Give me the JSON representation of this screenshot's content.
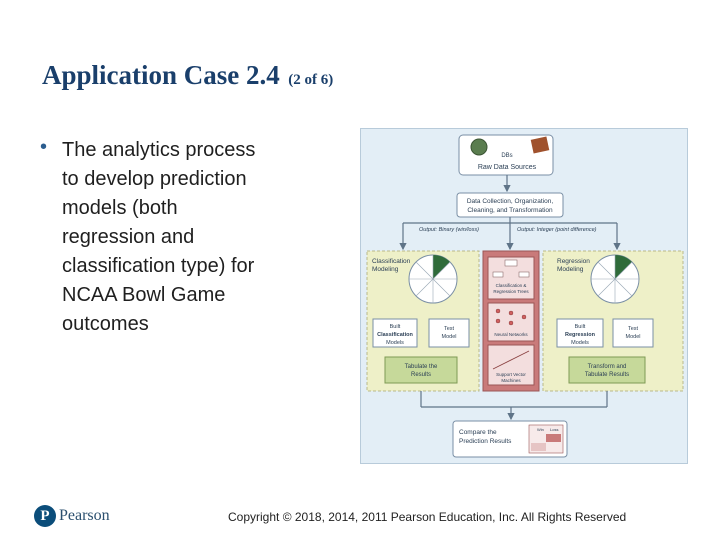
{
  "slide": {
    "title": "Application Case 2.4",
    "title_suffix": "(2 of 6)",
    "bullet_marker": "•",
    "bullet_lines": [
      "The analytics process",
      "to develop prediction",
      "models (both",
      "regression and",
      "classification type) for",
      "NCAA Bowl Game",
      "outcomes"
    ]
  },
  "diagram": {
    "dbs": "DBs",
    "raw_sources": "Raw Data Sources",
    "collection": [
      "Data Collection, Organization,",
      "Cleaning, and Transformation"
    ],
    "output_binary": "Output: Binary (win/loss)",
    "output_integer": "Output: Integer (point difference)",
    "classification_modeling": [
      "Classification",
      "Modeling"
    ],
    "regression_modeling": [
      "Regression",
      "Modeling"
    ],
    "classification_trees": [
      "Classification &",
      "Regression Trees"
    ],
    "neural_networks": "Neural Networks",
    "svm": [
      "Support Vector",
      "Machines"
    ],
    "built_classification": [
      "Built",
      "Classification",
      "Models"
    ],
    "built_regression": [
      "Built",
      "Regression",
      "Models"
    ],
    "test_model": [
      "Test",
      "Model"
    ],
    "tabulate": [
      "Tabulate the",
      "Results"
    ],
    "transform_tabulate": [
      "Transform and",
      "Tabulate Results"
    ],
    "compare": [
      "Compare the",
      "Prediction Results"
    ],
    "table_win": "Win",
    "table_loss": "Loss",
    "colors": {
      "panel_bg": "#e3eef6",
      "box_fill": "#ffffff",
      "box_stroke": "#7a8fa5",
      "model_bg": "#eef0c8",
      "middle_bg": "#c97a7a",
      "green_box": "#c6d99a",
      "arrow": "#5f7488"
    }
  },
  "footer": {
    "logo_letter": "P",
    "logo_text": "Pearson",
    "copyright": "Copyright © 2018, 2014, 2011 Pearson Education, Inc. All Rights Reserved"
  }
}
